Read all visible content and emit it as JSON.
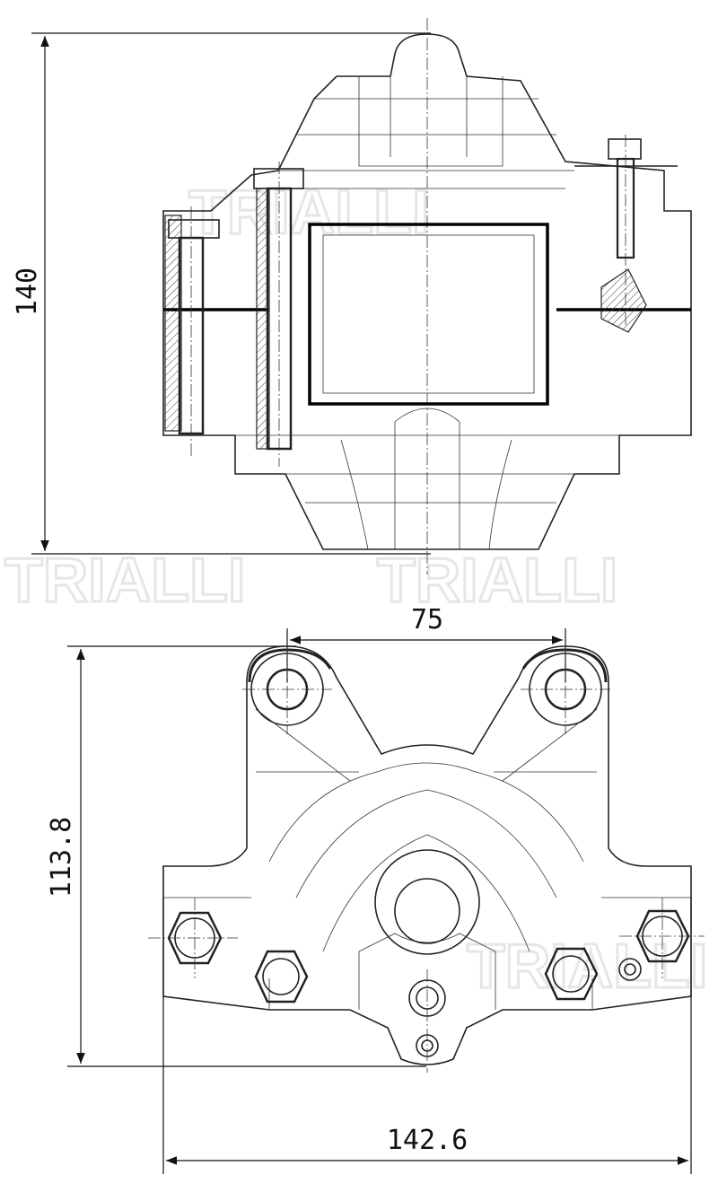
{
  "watermark": "TRIALLI",
  "top_view": {
    "height_dimension": "140"
  },
  "bottom_view": {
    "bolt_spacing_dimension": "75",
    "height_dimension": "113.8",
    "width_dimension": "142.6"
  }
}
